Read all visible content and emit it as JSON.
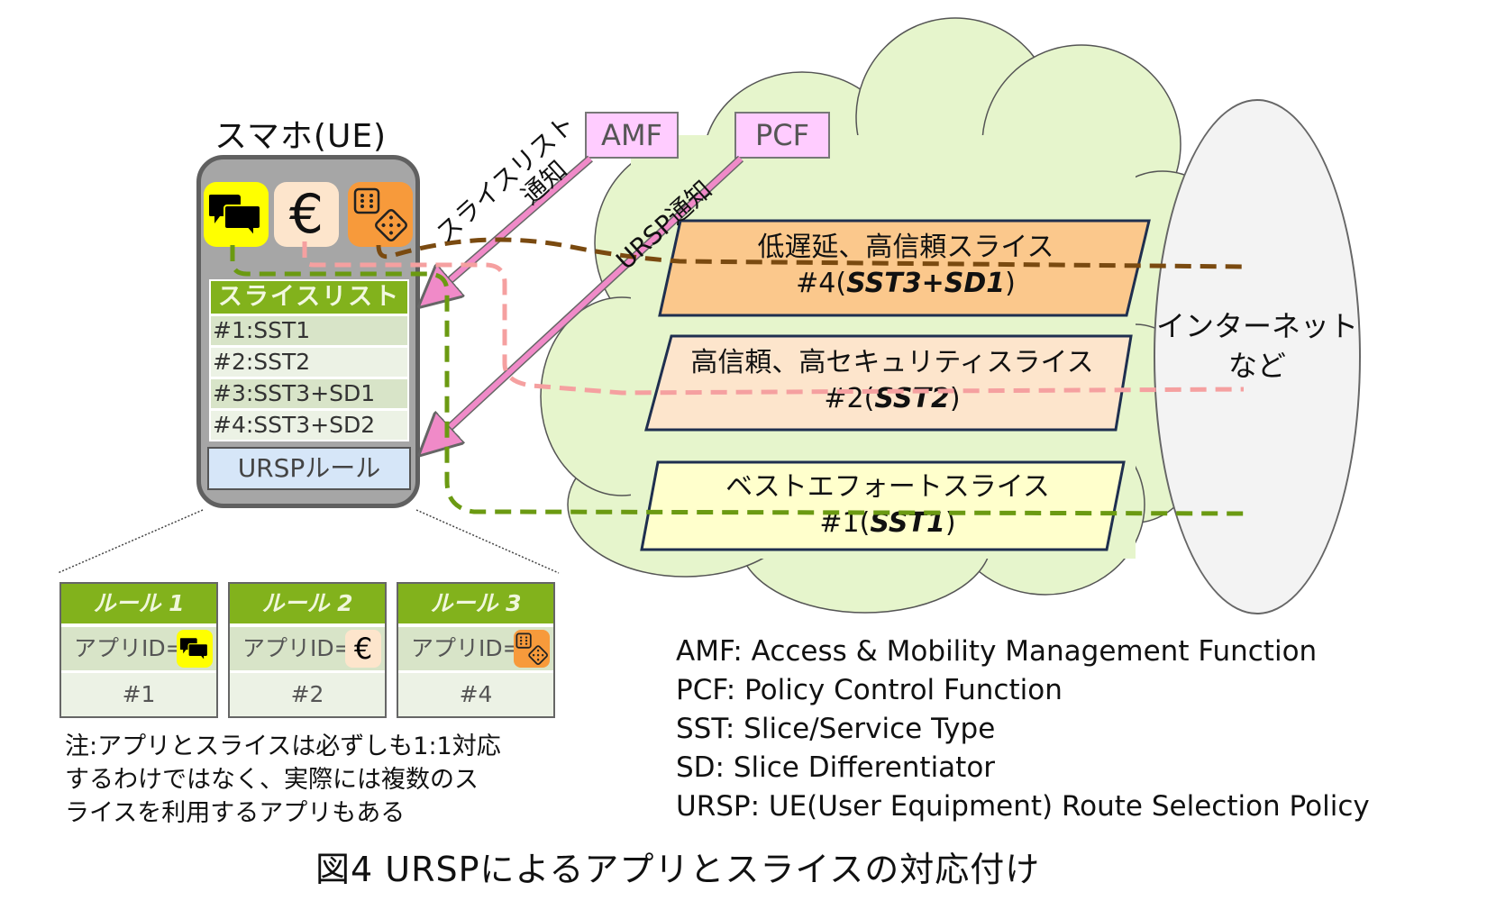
{
  "ue": {
    "title": "スマホ(UE)",
    "apps": [
      {
        "name": "chat",
        "icon": "chat-bubbles-icon",
        "color": "#ffff00"
      },
      {
        "name": "payment",
        "icon": "euro-icon",
        "glyph": "€",
        "color": "#fde5cc"
      },
      {
        "name": "game",
        "icon": "dice-icon",
        "color": "#f79a3b"
      }
    ],
    "slice_list": {
      "title": "スライスリスト",
      "items": [
        "#1:SST1",
        "#2:SST2",
        "#3:SST3+SD1",
        "#4:SST3+SD2"
      ]
    },
    "ursp_rules_label": "URSPルール"
  },
  "network_functions": {
    "amf": "AMF",
    "pcf": "PCF"
  },
  "arrows": {
    "slice_list_notify_line1": "スライスリスト",
    "slice_list_notify_line2": "通知",
    "ursp_notify": "URSP通知"
  },
  "slices": [
    {
      "title": "低遅延、高信頼スライス",
      "id_prefix": "#4(",
      "id": "SST3+SD1",
      "id_suffix": ")",
      "color": "#fbc88c",
      "path_color": "#7a4a10"
    },
    {
      "title": "高信頼、高セキュリティスライス",
      "id_prefix": "#2(",
      "id": "SST2",
      "id_suffix": ")",
      "color": "#fde5cc",
      "path_color": "#f5a0a0"
    },
    {
      "title": "ベストエフォートスライス",
      "id_prefix": "#1(",
      "id": "SST1",
      "id_suffix": ")",
      "color": "#ffffcc",
      "path_color": "#6b9a12"
    }
  ],
  "internet": {
    "line1": "インターネット",
    "line2": "など"
  },
  "rules": [
    {
      "title": "ルール 1",
      "app_label": "アプリID=",
      "app_icon": "chat-bubbles-icon",
      "slice": "#1"
    },
    {
      "title": "ルール 2",
      "app_label": "アプリID=",
      "app_icon": "euro-icon",
      "slice": "#2"
    },
    {
      "title": "ルール 3",
      "app_label": "アプリID=",
      "app_icon": "dice-icon",
      "slice": "#4"
    }
  ],
  "note": {
    "line1": "注:アプリとスライスは必ずしも1:1対応",
    "line2": "するわけではなく、実際には複数のス",
    "line3": "ライスを利用するアプリもある"
  },
  "abbreviations": [
    "AMF: Access & Mobility Management Function",
    "PCF: Policy Control Function",
    "SST: Slice/Service Type",
    "SD: Slice Differentiator",
    "URSP: UE(User Equipment) Route Selection Policy"
  ],
  "caption": "図4  URSPによるアプリとスライスの対応付け",
  "colors": {
    "cloud_fill": "#e6f5cc",
    "list_header": "#82b21c",
    "arrow_pink": "#f08ac8",
    "nf_box": "#ffccff"
  }
}
